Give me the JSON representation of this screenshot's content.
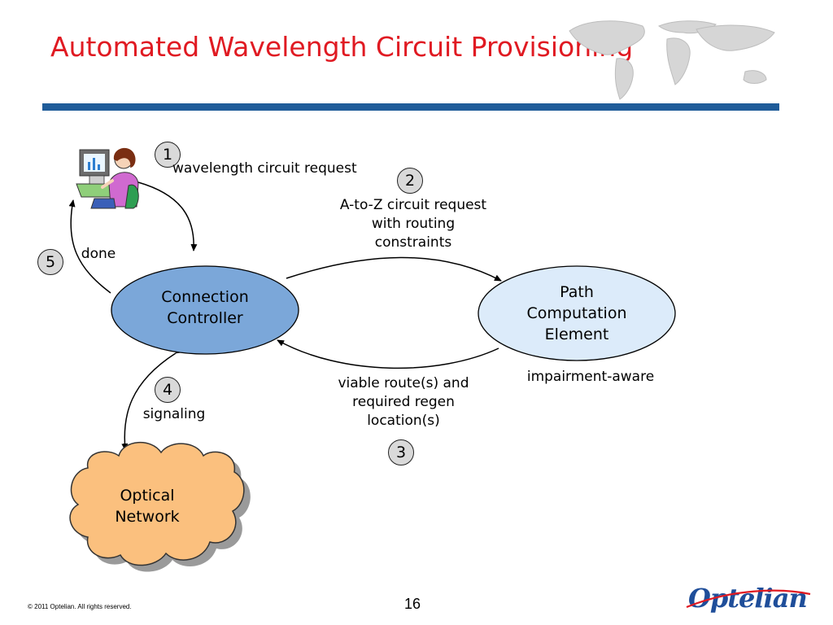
{
  "slide": {
    "title": "Automated Wavelength Circuit Provisioning",
    "footer": "© 2011 Optelian. All rights reserved.",
    "page_number": "16",
    "logo_text": "Optelian"
  },
  "colors": {
    "title": "#e01a22",
    "rule": "#1f5c99",
    "connection_controller_fill": "#7ba7d9",
    "pce_fill": "#dcebfa",
    "cloud_fill": "#fbc07e",
    "badge_fill": "#d9d9d9"
  },
  "nodes": {
    "connection_controller": "Connection Controller",
    "pce": "Path Computation Element",
    "optical_network": "Optical Network"
  },
  "steps": [
    {
      "number": "1",
      "label": "wavelength circuit request"
    },
    {
      "number": "2",
      "label": "A-to-Z circuit request with routing constraints"
    },
    {
      "number": "3",
      "label": "viable route(s) and required regen location(s)"
    },
    {
      "number": "4",
      "label": "signaling"
    },
    {
      "number": "5",
      "label": "done"
    }
  ],
  "annotations": {
    "pce_note": "impairment-aware"
  },
  "icons": {
    "user": "user-at-computer-icon",
    "map": "world-map-icon"
  }
}
